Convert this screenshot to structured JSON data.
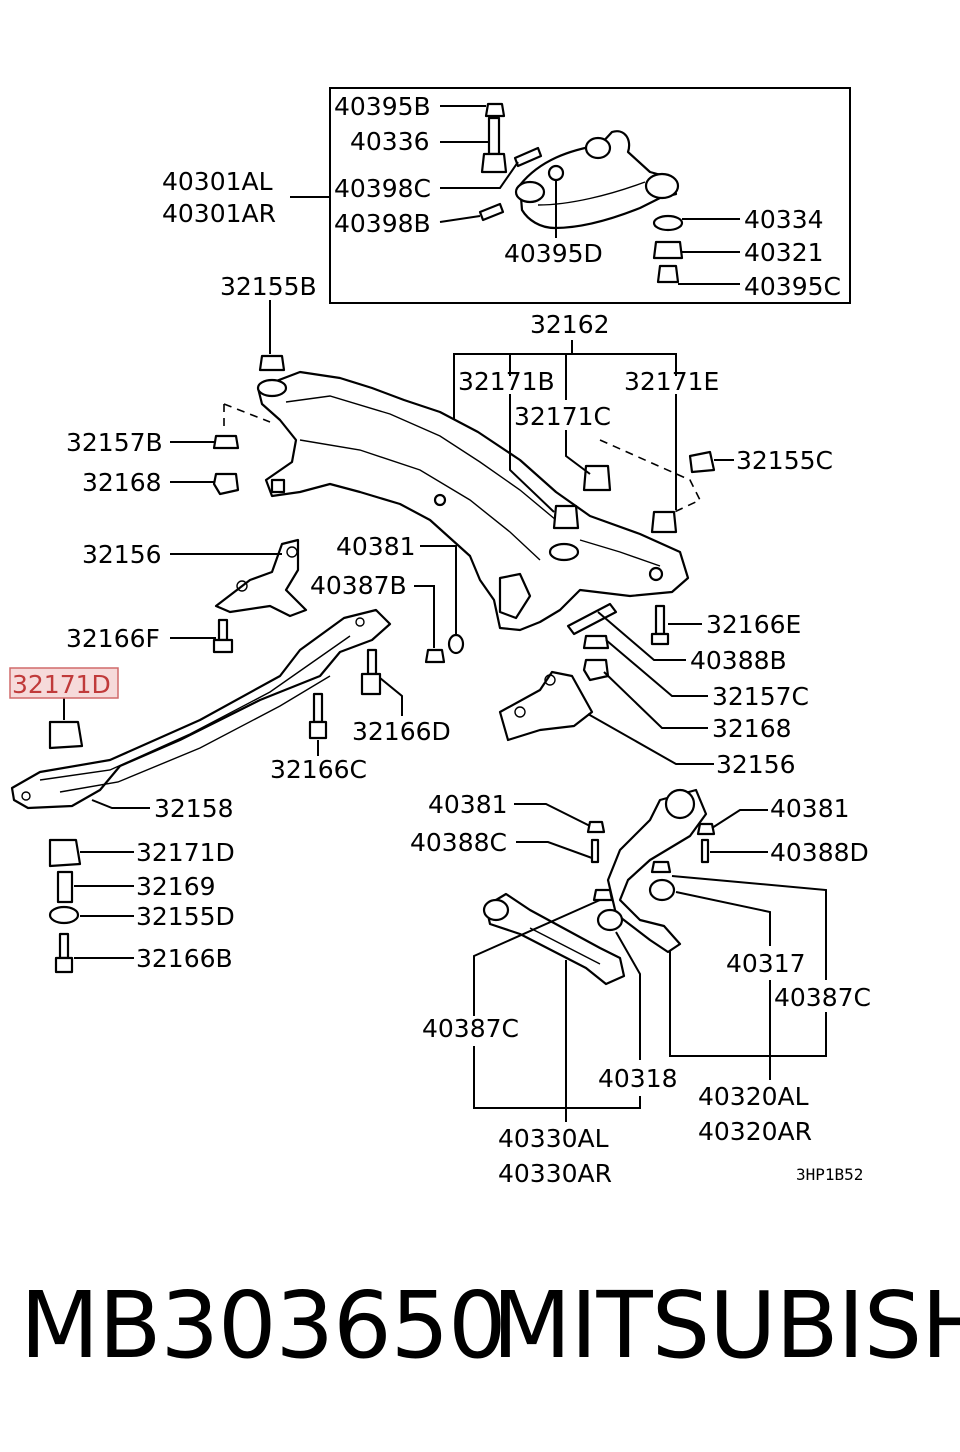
{
  "labels": {
    "l40395B": "40395B",
    "l40336": "40336",
    "l40301AL": "40301AL",
    "l40301AR": "40301AR",
    "l40398C": "40398C",
    "l40398B": "40398B",
    "l40395D": "40395D",
    "l40334": "40334",
    "l40321": "40321",
    "l40395C": "40395C",
    "l32155B": "32155B",
    "l32162": "32162",
    "l32171B": "32171B",
    "l32171E": "32171E",
    "l32171C": "32171C",
    "l32157B": "32157B",
    "l32155C": "32155C",
    "l32168a": "32168",
    "l32156a": "32156",
    "l40381a": "40381",
    "l40387B": "40387B",
    "l32166E": "32166E",
    "l32166F": "32166F",
    "l40388B": "40388B",
    "l32171D_hl": "32171D",
    "l32157C": "32157C",
    "l32166D": "32166D",
    "l32168b": "32168",
    "l32156b": "32156",
    "l32166C": "32166C",
    "l32158": "32158",
    "l40381b": "40381",
    "l40381c": "40381",
    "l40388C": "40388C",
    "l40388D": "40388D",
    "l32171D": "32171D",
    "l32169": "32169",
    "l32155D": "32155D",
    "l32166B": "32166B",
    "l40317": "40317",
    "l40387Ca": "40387C",
    "l40387Cb": "40387C",
    "l40318": "40318",
    "l40320AL": "40320AL",
    "l40320AR": "40320AR",
    "l40330AL": "40330AL",
    "l40330AR": "40330AR"
  },
  "diagram_code": "3HP1B52",
  "highlighted_part": "32171D",
  "footer": {
    "part_number": "MB303650",
    "brand": "MITSUBISHI"
  },
  "colors": {
    "highlight_fill": "#f6dada",
    "highlight_text": "#c03a3a"
  }
}
